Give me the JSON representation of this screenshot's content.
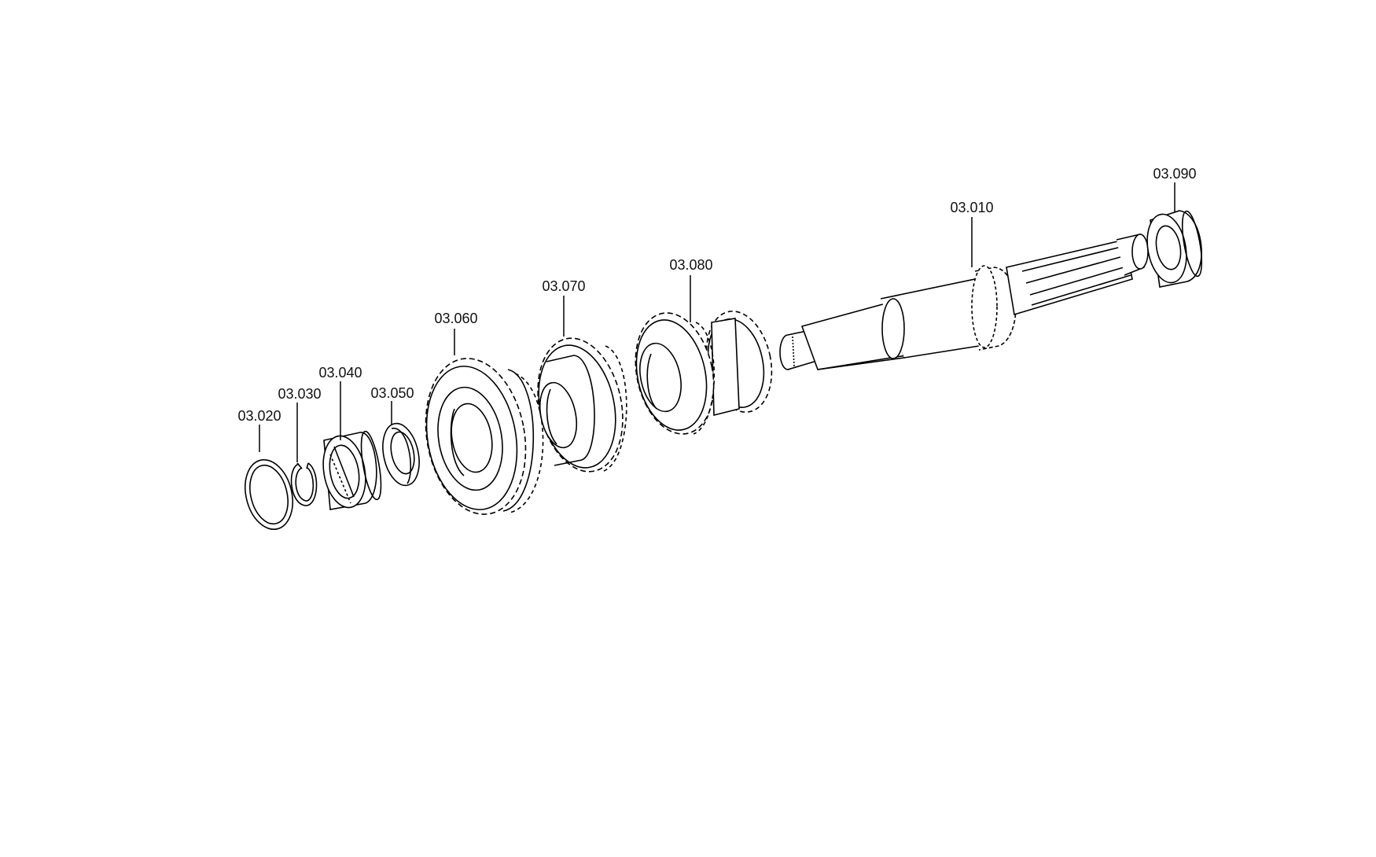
{
  "diagram": {
    "parts": [
      {
        "id": "03.010",
        "label": "03.010"
      },
      {
        "id": "03.020",
        "label": "03.020"
      },
      {
        "id": "03.030",
        "label": "03.030"
      },
      {
        "id": "03.040",
        "label": "03.040"
      },
      {
        "id": "03.050",
        "label": "03.050"
      },
      {
        "id": "03.060",
        "label": "03.060"
      },
      {
        "id": "03.070",
        "label": "03.070"
      },
      {
        "id": "03.080",
        "label": "03.080"
      },
      {
        "id": "03.090",
        "label": "03.090"
      }
    ]
  }
}
